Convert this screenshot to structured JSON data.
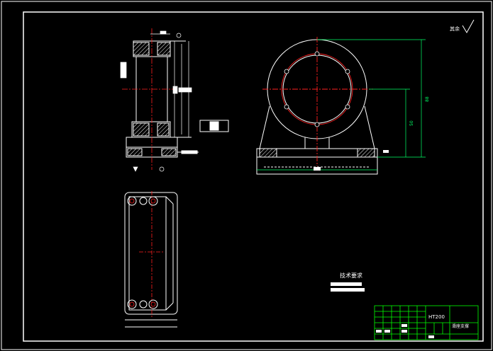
{
  "drawing": {
    "roughness_mark": "其余",
    "material": "HT200",
    "part_name": "滑座支撑",
    "tech_requirements_title": "技术要求",
    "dimensions": {
      "height_total": "88",
      "center_height": "50"
    }
  },
  "colors": {
    "background": "#000000",
    "outline": "#ffffff",
    "centerline": "#ff2020",
    "dimension": "#00ff66",
    "title_block": "#00ff00",
    "hatch": "#ffffff"
  }
}
